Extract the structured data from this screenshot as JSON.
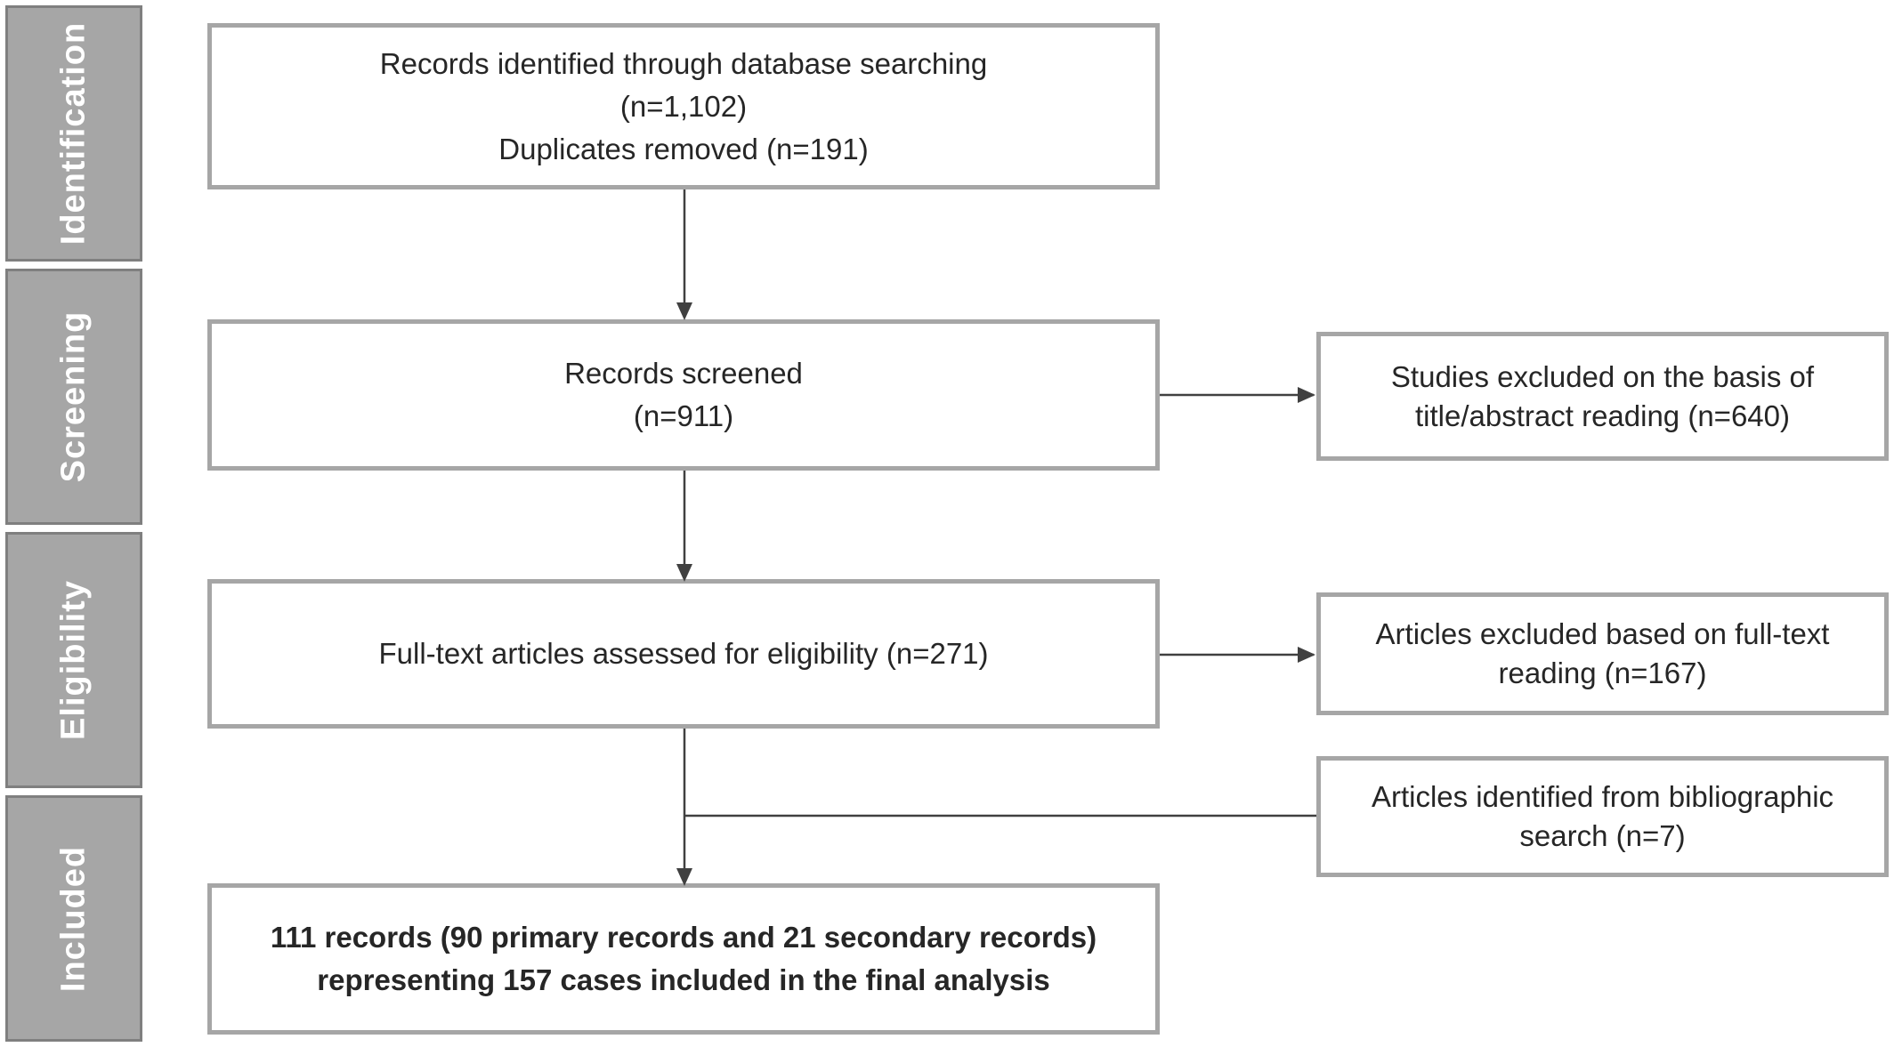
{
  "stages": {
    "identification": "Identification",
    "screening": "Screening",
    "eligibility": "Eligibility",
    "included": "Included"
  },
  "boxes": {
    "identified": {
      "line1": "Records identified through database searching",
      "line2": "(n=1,102)",
      "line3": "Duplicates removed (n=191)"
    },
    "screened": {
      "line1": "Records screened",
      "line2": "(n=911)"
    },
    "excluded_title": {
      "line1": "Studies excluded on the basis of",
      "line2": "title/abstract reading (n=640)"
    },
    "fulltext": {
      "line1": "Full-text articles assessed for eligibility (n=271)"
    },
    "excluded_fulltext": {
      "line1": "Articles excluded based on full-text",
      "line2": "reading (n=167)"
    },
    "bibliographic": {
      "line1": "Articles identified from bibliographic",
      "line2": "search (n=7)"
    },
    "included": {
      "line1": "111 records (90 primary records and 21 secondary records)",
      "line2": "representing 157 cases included in the final analysis"
    }
  },
  "colors": {
    "stage_fill": "#a6a6a6",
    "box_border": "#a6a6a6",
    "arrow": "#404040"
  }
}
